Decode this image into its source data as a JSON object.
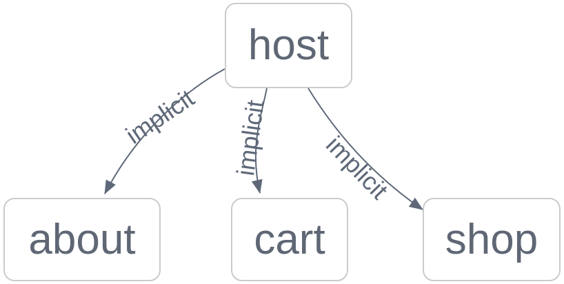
{
  "diagram": {
    "type": "flowchart",
    "direction": "top-down",
    "colors": {
      "background": "#ffffff",
      "node_fill": "#ffffff",
      "node_border": "#c9cbce",
      "node_text": "#5f6775",
      "edge_line": "#5e6878",
      "edge_label_text": "#5e6878",
      "arrowhead": "#5e6878"
    },
    "nodes": [
      {
        "id": "host",
        "label": "host"
      },
      {
        "id": "about",
        "label": "about"
      },
      {
        "id": "cart",
        "label": "cart"
      },
      {
        "id": "shop",
        "label": "shop"
      }
    ],
    "edges": [
      {
        "from": "host",
        "to": "about",
        "label": "implicit"
      },
      {
        "from": "host",
        "to": "cart",
        "label": "implicit"
      },
      {
        "from": "host",
        "to": "shop",
        "label": "implicit"
      }
    ]
  }
}
